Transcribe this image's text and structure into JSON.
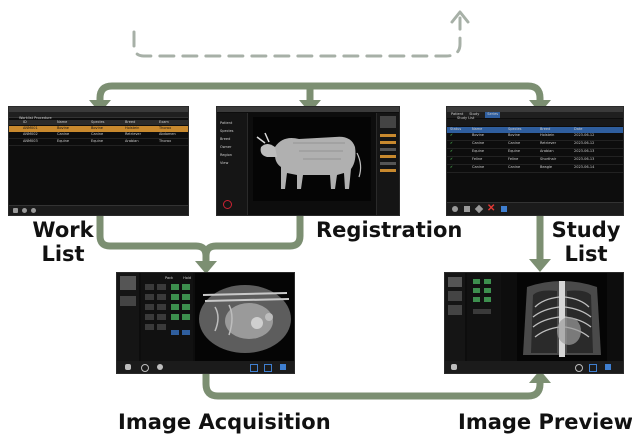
{
  "diagram": {
    "labels": {
      "work_list": "Work\nList",
      "registration": "Registration",
      "study_list": "Study\nList",
      "image_acquisition": "Image Acquisition",
      "image_preview": "Image Preview"
    },
    "colors": {
      "flow_arrow": "#7c8f72",
      "return_arrow": "#a7b0a7",
      "worklist_highlight": "#c8892e",
      "study_check": "#4caf50",
      "study_delete": "#e53935"
    },
    "screens": {
      "work_list": {
        "title": "Worklist Procedure",
        "columns": [
          "ID",
          "Name",
          "Species",
          "Breed",
          "Exam"
        ],
        "rows": [
          [
            "ANM001",
            "Bovine",
            "Bovine",
            "Holstein",
            "Thorax"
          ],
          [
            "ANM002",
            "Canine",
            "Canine",
            "Retriever",
            "Abdomen"
          ],
          [
            "ANM003",
            "Equine",
            "Equine",
            "Arabian",
            "Thorax"
          ]
        ]
      },
      "registration": {
        "title": "Registration",
        "side_items": [
          "Patient",
          "Species",
          "Breed",
          "Owner",
          "Region",
          "View"
        ]
      },
      "study_list": {
        "title": "Study List",
        "tabs": [
          "Patient",
          "Study",
          "Series"
        ],
        "columns": [
          "Status",
          "Name",
          "Species",
          "Breed",
          "Date"
        ],
        "rows": [
          [
            "✔",
            "Bovine",
            "Bovine",
            "Holstein",
            "2023-06-12"
          ],
          [
            "✔",
            "Canine",
            "Canine",
            "Retriever",
            "2023-06-12"
          ],
          [
            "✔",
            "Equine",
            "Equine",
            "Arabian",
            "2023-06-13"
          ],
          [
            "✔",
            "Feline",
            "Feline",
            "Shorthair",
            "2023-06-13"
          ],
          [
            "✔",
            "Canine",
            "Canine",
            "Beagle",
            "2023-06-14"
          ]
        ]
      },
      "image_acquisition": {
        "menu": [
          "Pack",
          "Hold"
        ]
      },
      "image_preview": {}
    }
  }
}
